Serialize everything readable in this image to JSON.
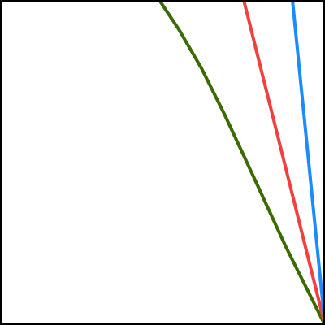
{
  "chart_data": {
    "type": "line",
    "title": "",
    "xlabel": "",
    "ylabel": "",
    "xlim": [
      0,
      1
    ],
    "ylim": [
      0,
      1
    ],
    "grid": false,
    "legend": "none",
    "series": [
      {
        "color": "#3a6b00",
        "x": [
          0.49,
          0.55,
          0.62,
          0.69,
          0.76,
          0.82,
          0.88,
          0.94,
          1.0
        ],
        "y": [
          1.0,
          0.91,
          0.79,
          0.65,
          0.5,
          0.37,
          0.24,
          0.12,
          0.0
        ]
      },
      {
        "color": "#f04040",
        "x": [
          0.75,
          1.0
        ],
        "y": [
          1.0,
          0.0
        ]
      },
      {
        "color": "#1a8cff",
        "x": [
          0.9,
          1.0
        ],
        "y": [
          1.0,
          0.0
        ]
      }
    ]
  }
}
